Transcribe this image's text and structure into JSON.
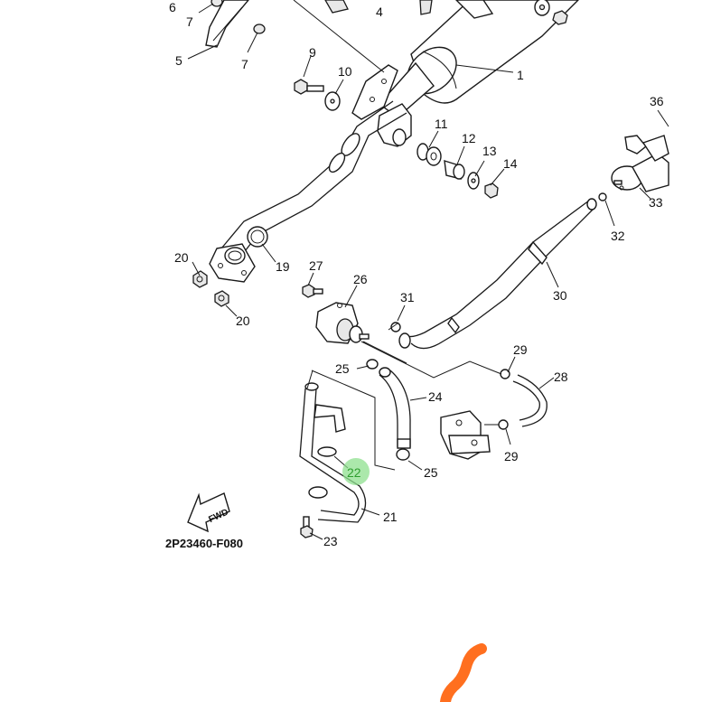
{
  "diagram": {
    "title_code": "2P23460-F080",
    "fwd_label": "FWD",
    "highlight_color": "#8fe08f",
    "highlight_text_color": "#2e9e2e",
    "annotation_color": "#ff6f1f",
    "callouts": [
      {
        "id": "c1",
        "label": "1"
      },
      {
        "id": "c4",
        "label": "4"
      },
      {
        "id": "c5",
        "label": "5"
      },
      {
        "id": "c6",
        "label": "6"
      },
      {
        "id": "c7a",
        "label": "7"
      },
      {
        "id": "c7b",
        "label": "7"
      },
      {
        "id": "c9",
        "label": "9"
      },
      {
        "id": "c10",
        "label": "10"
      },
      {
        "id": "c11",
        "label": "11"
      },
      {
        "id": "c12",
        "label": "12"
      },
      {
        "id": "c13",
        "label": "13"
      },
      {
        "id": "c14",
        "label": "14"
      },
      {
        "id": "c19",
        "label": "19"
      },
      {
        "id": "c20a",
        "label": "20"
      },
      {
        "id": "c20b",
        "label": "20"
      },
      {
        "id": "c21",
        "label": "21"
      },
      {
        "id": "c22",
        "label": "22",
        "highlighted": true
      },
      {
        "id": "c23",
        "label": "23"
      },
      {
        "id": "c24",
        "label": "24"
      },
      {
        "id": "c25a",
        "label": "25"
      },
      {
        "id": "c25b",
        "label": "25"
      },
      {
        "id": "c26",
        "label": "26"
      },
      {
        "id": "c27",
        "label": "27"
      },
      {
        "id": "c28",
        "label": "28"
      },
      {
        "id": "c29a",
        "label": "29"
      },
      {
        "id": "c29b",
        "label": "29"
      },
      {
        "id": "c30",
        "label": "30"
      },
      {
        "id": "c31",
        "label": "31"
      },
      {
        "id": "c32",
        "label": "32"
      },
      {
        "id": "c33",
        "label": "33"
      },
      {
        "id": "c36",
        "label": "36"
      }
    ]
  }
}
